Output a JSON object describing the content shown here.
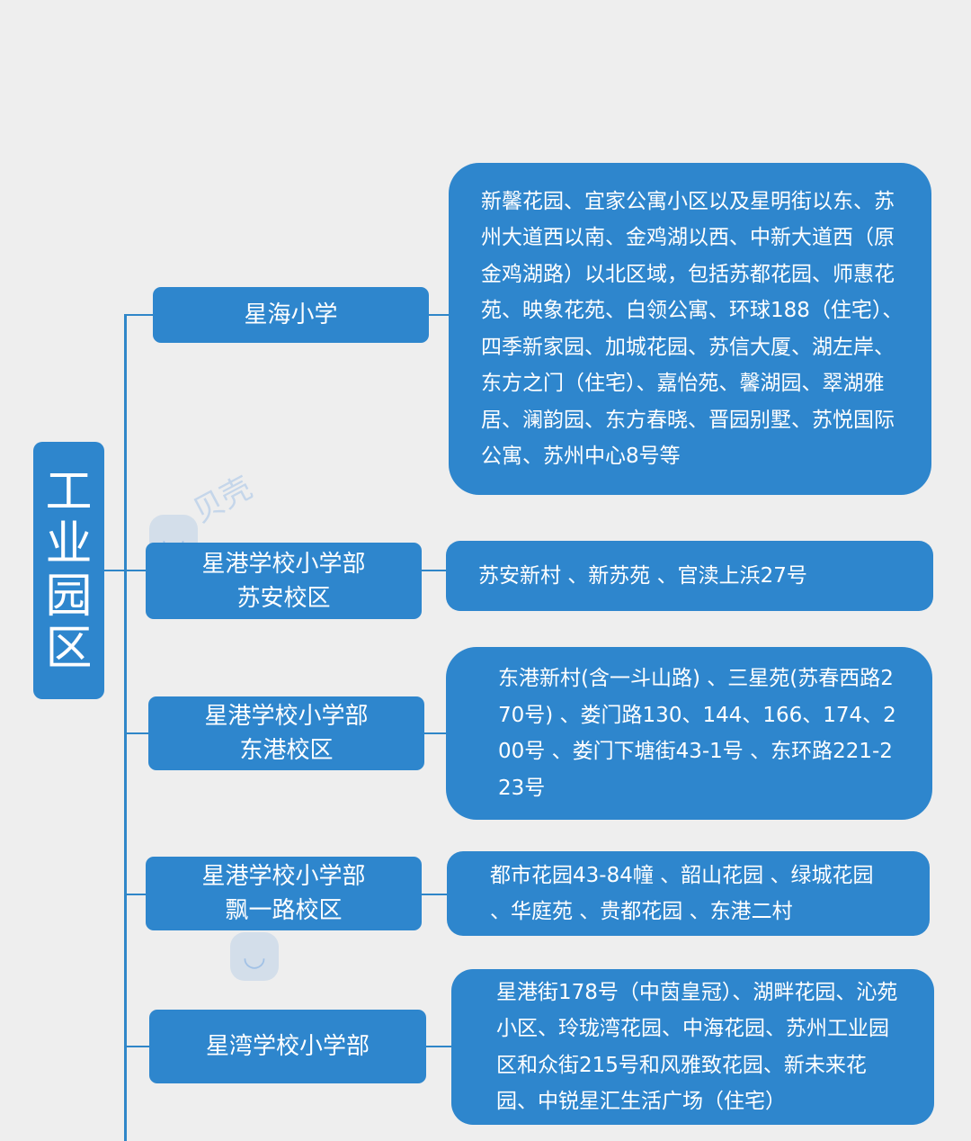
{
  "root": {
    "label": "工业园区"
  },
  "branches": [
    {
      "school": [
        "星海小学"
      ],
      "area": "新馨花园、宜家公寓小区以及星明街以东、苏州大道西以南、金鸡湖以西、中新大道西（原金鸡湖路）以北区域，包括苏都花园、师惠花苑、映象花苑、白领公寓、环球188（住宅）、四季新家园、加城花园、苏信大厦、湖左岸、东方之门（住宅）、嘉怡苑、馨湖园、翠湖雅居、澜韵园、东方春晓、晋园别墅、苏悦国际公寓、苏州中心8号等"
    },
    {
      "school": [
        "星港学校小学部",
        "苏安校区"
      ],
      "area": "苏安新村 、新苏苑 、官渎上浜27号"
    },
    {
      "school": [
        "星港学校小学部",
        "东港校区"
      ],
      "area": "东港新村(含一斗山路) 、三星苑(苏春西路270号) 、娄门路130、144、166、174、200号 、娄门下塘街43-1号 、东环路221-223号"
    },
    {
      "school": [
        "星港学校小学部",
        "飘一路校区"
      ],
      "area": "都市花园43-84幢 、韶山花园 、绿城花园 、华庭苑 、贵都花园 、东港二村"
    },
    {
      "school": [
        "星湾学校小学部"
      ],
      "area": "星港街178号（中茵皇冠）、湖畔花园、沁苑小区、玲珑湾花园、中海花园、苏州工业园区和众街215号和风雅致花园、新未来花园、中锐星汇生活广场（住宅）"
    }
  ],
  "watermark": {
    "brand": "贝壳",
    "icon": "beike-logo-icon"
  },
  "colors": {
    "box": "#2e86cd",
    "line": "#2f86c8",
    "background": "#eeeeee",
    "text": "#ffffff"
  }
}
